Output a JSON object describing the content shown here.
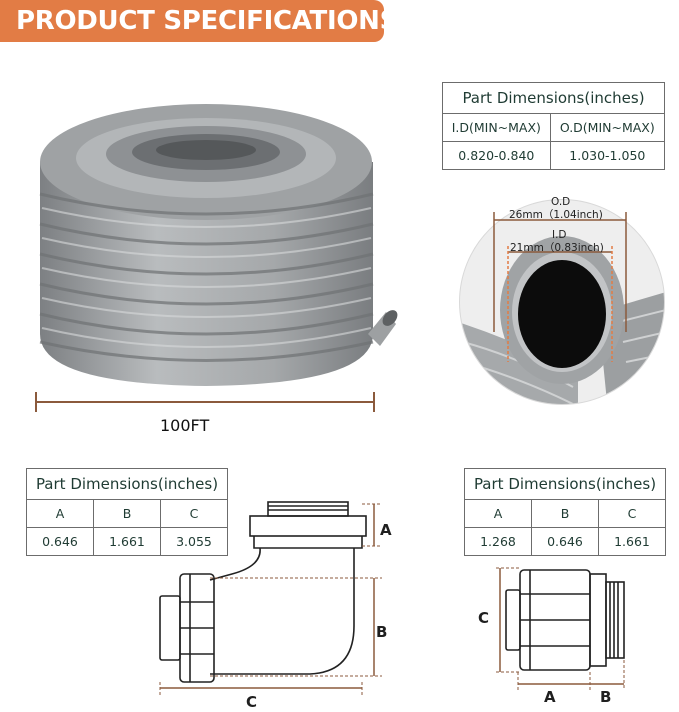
{
  "header": {
    "title": "PRODUCT SPECIFICATIONS"
  },
  "conduit_table": {
    "title": "Part Dimensions(inches)",
    "columns": [
      "I.D(MIN~MAX)",
      "O.D(MIN~MAX)"
    ],
    "values": [
      "0.820-0.840",
      "1.030-1.050"
    ]
  },
  "coil": {
    "length_label": "100FT"
  },
  "cross_section": {
    "od_label": "O.D",
    "od_value": "26mm（1.04inch)",
    "id_label": "I.D",
    "id_value": "21mm（0.83inch)"
  },
  "elbow_table": {
    "title": "Part Dimensions(inches)",
    "columns": [
      "A",
      "B",
      "C"
    ],
    "values": [
      "0.646",
      "1.661",
      "3.055"
    ]
  },
  "straight_table": {
    "title": "Part Dimensions(inches)",
    "columns": [
      "A",
      "B",
      "C"
    ],
    "values": [
      "1.268",
      "0.646",
      "1.661"
    ]
  },
  "elbow_labels": {
    "a": "A",
    "b": "B",
    "c": "C"
  },
  "straight_labels": {
    "a": "A",
    "b": "B",
    "c": "C"
  },
  "colors": {
    "banner": "#e27c45",
    "dimension_line": "#8b5a3c",
    "conduit_gray": "#a3a6a8"
  }
}
